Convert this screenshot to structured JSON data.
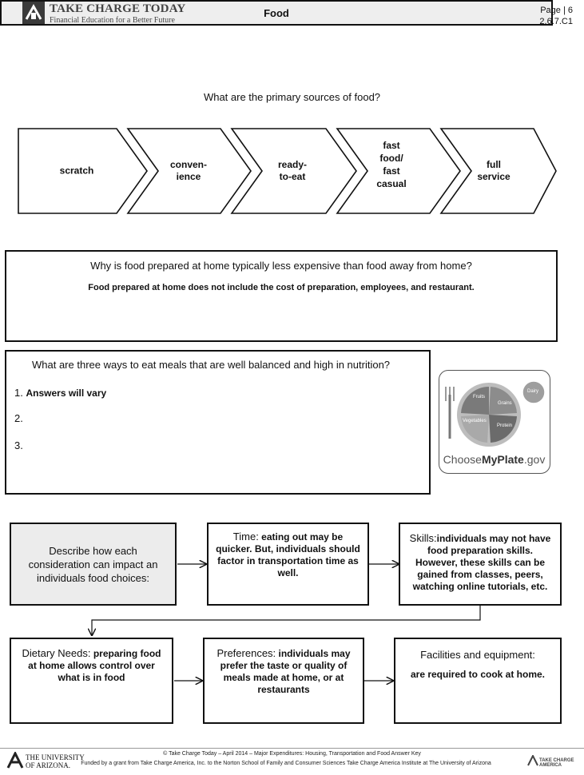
{
  "header": {
    "brand": "TAKE CHARGE TODAY",
    "tagline": "Financial Education for a Better Future",
    "page": "Page | 6",
    "code": "2.6.7.C1"
  },
  "title": "Food",
  "sources": {
    "question": "What are the primary sources of food?",
    "steps": [
      {
        "line1": "scratch"
      },
      {
        "line1": "conven-",
        "line2": "ience"
      },
      {
        "line1": "ready-",
        "line2": "to-eat"
      },
      {
        "line1": "fast",
        "line2": "food/",
        "line3": "fast",
        "line4": "casual"
      },
      {
        "line1": "full",
        "line2": "service"
      }
    ]
  },
  "cost": {
    "question": "Why is food prepared at home typically less expensive than food away from home?",
    "answer": "Food prepared at home does not include the cost of preparation, employees, and restaurant."
  },
  "nutrition": {
    "question": "What are three ways to eat meals that are well balanced and high in nutrition?",
    "items": [
      {
        "num": "1.",
        "text": "Answers will vary"
      },
      {
        "num": "2.",
        "text": ""
      },
      {
        "num": "3.",
        "text": ""
      }
    ]
  },
  "plate": {
    "fruits": "Fruits",
    "grains": "Grains",
    "vegetables": "Vegetables",
    "protein": "Protein",
    "dairy": "Dairy",
    "caption_a": "Choose",
    "caption_b": "MyPlate",
    "caption_c": ".gov"
  },
  "considerations": {
    "intro": "Describe how each consideration can impact an individuals food choices:",
    "time_label": "Time:",
    "time_text": "eating out may be quicker. But, individuals should factor in transportation time as well.",
    "skills_label": "Skills:",
    "skills_text": "individuals may not have food preparation skills. However, these skills can be gained from classes, peers, watching online tutorials, etc.",
    "diet_label": "Dietary Needs:",
    "diet_text": "preparing food at home allows control over what is in food",
    "pref_label": "Preferences:",
    "pref_text": "individuals may prefer the taste or quality of meals made at home, or at restaurants",
    "facil_label": "Facilities and equipment:",
    "facil_text": "are required to cook at home."
  },
  "footer": {
    "line1": "© Take Charge Today – April 2014 – Major Expenditures: Housing, Transportation and Food Answer Key",
    "line2": "Funded by a grant from Take Charge America, Inc. to the Norton School of Family and Consumer Sciences Take Charge America Institute at The University of Arizona",
    "ua_line1": "THE UNIVERSITY",
    "ua_line2": "OF ARIZONA.",
    "tca": "TAKE CHARGE AMERICA"
  }
}
